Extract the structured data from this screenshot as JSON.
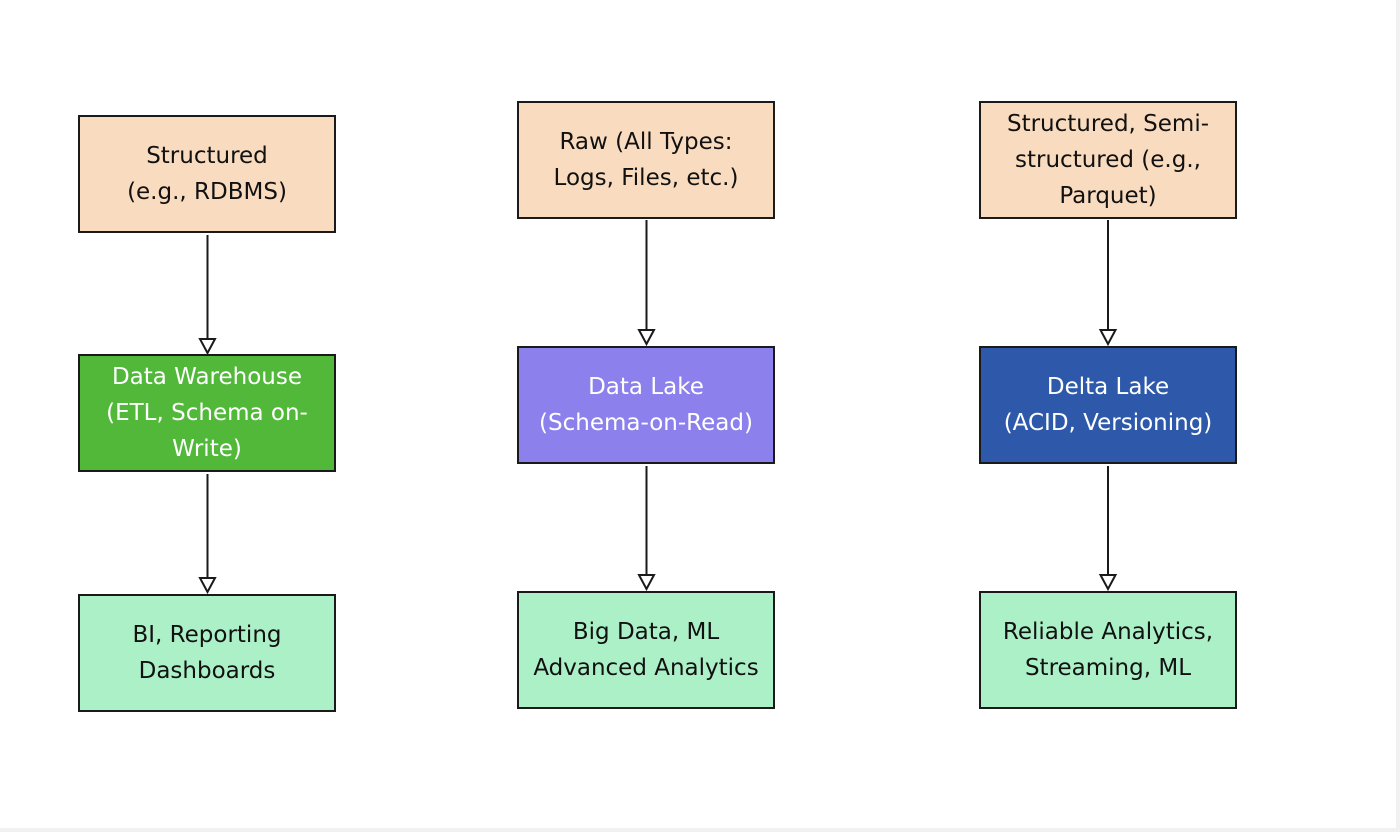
{
  "colors": {
    "source_fill": "#f9dcbf",
    "source_text": "#111111",
    "warehouse_fill": "#52b83a",
    "lake_fill": "#8b80ec",
    "delta_fill": "#2e59aa",
    "engine_text": "#ffffff",
    "outcome_fill": "#acf0c8",
    "outcome_text": "#111111",
    "arrow_stroke": "#1a1a1a"
  },
  "columns": [
    {
      "source": "Structured\n(e.g., RDBMS)",
      "engine": "Data Warehouse\n(ETL, Schema on-\nWrite)",
      "outcome": "BI, Reporting\nDashboards"
    },
    {
      "source": "Raw (All Types:\nLogs, Files, etc.)",
      "engine": "Data Lake\n(Schema-on-Read)",
      "outcome": "Big Data, ML\nAdvanced Analytics"
    },
    {
      "source": "Structured, Semi-\nstructured (e.g.,\nParquet)",
      "engine": "Delta Lake\n(ACID, Versioning)",
      "outcome": "Reliable Analytics,\nStreaming, ML"
    }
  ]
}
